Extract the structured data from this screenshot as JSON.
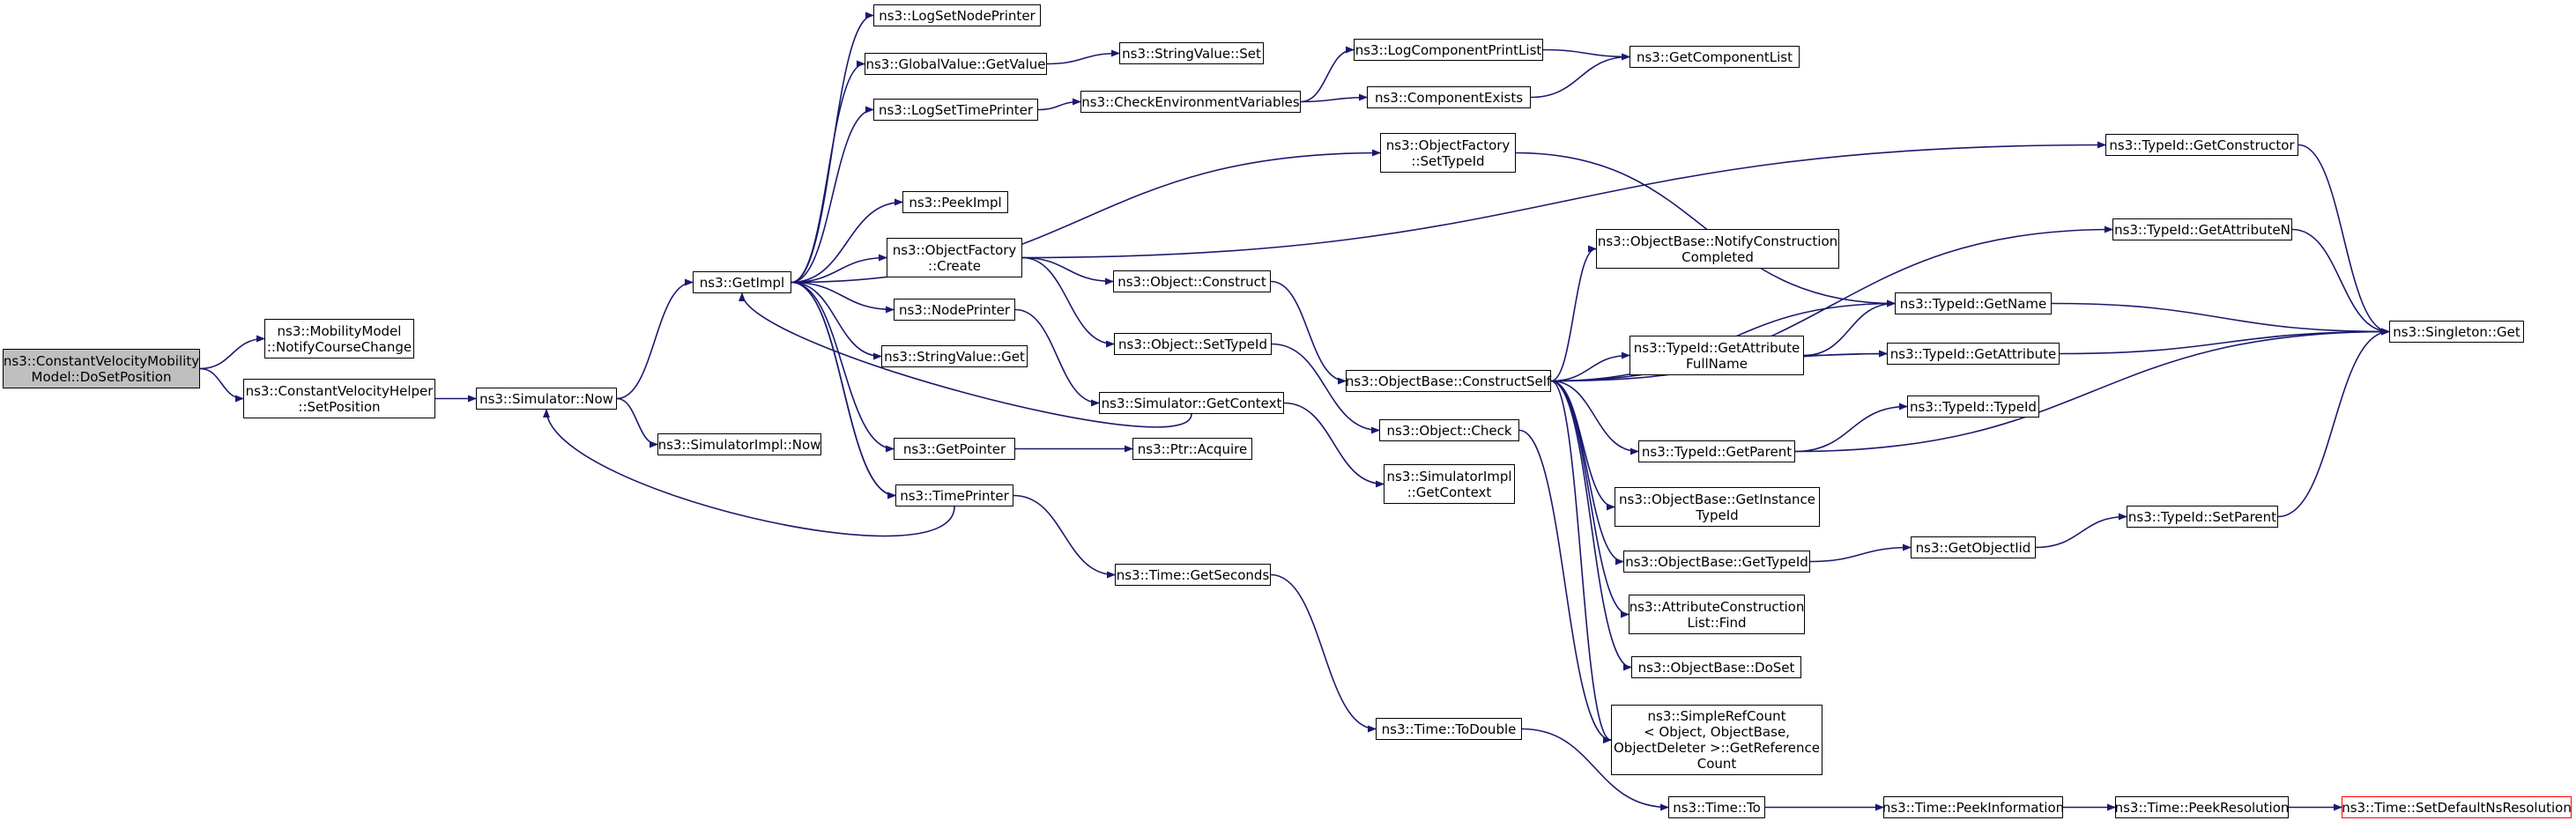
{
  "graph": {
    "type": "call-graph",
    "colors": {
      "edge": "#191970",
      "node_border": "#000000",
      "focus_fill": "#bfbfbf",
      "truncated_border": "#ff0000"
    },
    "nodes": [
      {
        "id": "cvm_dosetpos",
        "label": "ns3::ConstantVelocityMobility\nModel::DoSetPosition",
        "focus": true
      },
      {
        "id": "mm_notify",
        "label": "ns3::MobilityModel\n::NotifyCourseChange"
      },
      {
        "id": "cvh_setpos",
        "label": "ns3::ConstantVelocityHelper\n::SetPosition"
      },
      {
        "id": "sim_now",
        "label": "ns3::Simulator::Now"
      },
      {
        "id": "simimpl_now",
        "label": "ns3::SimulatorImpl::Now"
      },
      {
        "id": "getimpl",
        "label": "ns3::GetImpl"
      },
      {
        "id": "logsetnode",
        "label": "ns3::LogSetNodePrinter"
      },
      {
        "id": "gv_getvalue",
        "label": "ns3::GlobalValue::GetValue"
      },
      {
        "id": "logsettime",
        "label": "ns3::LogSetTimePrinter"
      },
      {
        "id": "peekimpl",
        "label": "ns3::PeekImpl"
      },
      {
        "id": "of_create",
        "label": "ns3::ObjectFactory\n::Create"
      },
      {
        "id": "nodeprinter",
        "label": "ns3::NodePrinter"
      },
      {
        "id": "sv_get",
        "label": "ns3::StringValue::Get"
      },
      {
        "id": "getpointer",
        "label": "ns3::GetPointer"
      },
      {
        "id": "timeprinter",
        "label": "ns3::TimePrinter"
      },
      {
        "id": "sv_set",
        "label": "ns3::StringValue::Set"
      },
      {
        "id": "checkenv",
        "label": "ns3::CheckEnvironmentVariables"
      },
      {
        "id": "obj_construct",
        "label": "ns3::Object::Construct"
      },
      {
        "id": "obj_settypeid",
        "label": "ns3::Object::SetTypeId"
      },
      {
        "id": "sim_getcontext",
        "label": "ns3::Simulator::GetContext"
      },
      {
        "id": "ptr_acquire",
        "label": "ns3::Ptr::Acquire"
      },
      {
        "id": "time_getseconds",
        "label": "ns3::Time::GetSeconds"
      },
      {
        "id": "logcompprint",
        "label": "ns3::LogComponentPrintList"
      },
      {
        "id": "compexists",
        "label": "ns3::ComponentExists"
      },
      {
        "id": "of_settypeid",
        "label": "ns3::ObjectFactory\n::SetTypeId"
      },
      {
        "id": "ob_constructself",
        "label": "ns3::ObjectBase::ConstructSelf"
      },
      {
        "id": "obj_check",
        "label": "ns3::Object::Check"
      },
      {
        "id": "simimpl_getcontext",
        "label": "ns3::SimulatorImpl\n::GetContext"
      },
      {
        "id": "time_todouble",
        "label": "ns3::Time::ToDouble"
      },
      {
        "id": "getcomplist",
        "label": "ns3::GetComponentList"
      },
      {
        "id": "ob_notifycc",
        "label": "ns3::ObjectBase::NotifyConstruction\nCompleted"
      },
      {
        "id": "tid_getattrfullname",
        "label": "ns3::TypeId::GetAttribute\nFullName"
      },
      {
        "id": "tid_getparent",
        "label": "ns3::TypeId::GetParent"
      },
      {
        "id": "ob_getinstancetid",
        "label": "ns3::ObjectBase::GetInstance\nTypeId"
      },
      {
        "id": "ob_gettypeid",
        "label": "ns3::ObjectBase::GetTypeId"
      },
      {
        "id": "acl_find",
        "label": "ns3::AttributeConstruction\nList::Find"
      },
      {
        "id": "ob_doset",
        "label": "ns3::ObjectBase::DoSet"
      },
      {
        "id": "srefcount",
        "label": "ns3::SimpleRefCount\n< Object, ObjectBase,\n ObjectDeleter >::GetReference\nCount"
      },
      {
        "id": "time_to",
        "label": "ns3::Time::To"
      },
      {
        "id": "tid_getname",
        "label": "ns3::TypeId::GetName"
      },
      {
        "id": "tid_getattribute",
        "label": "ns3::TypeId::GetAttribute"
      },
      {
        "id": "tid_typeid",
        "label": "ns3::TypeId::TypeId"
      },
      {
        "id": "getobjectiid",
        "label": "ns3::GetObjectIid"
      },
      {
        "id": "time_peekinfo",
        "label": "ns3::Time::PeekInformation"
      },
      {
        "id": "tid_getconstructor",
        "label": "ns3::TypeId::GetConstructor"
      },
      {
        "id": "tid_getattributen",
        "label": "ns3::TypeId::GetAttributeN"
      },
      {
        "id": "tid_setparent",
        "label": "ns3::TypeId::SetParent"
      },
      {
        "id": "time_peekres",
        "label": "ns3::Time::PeekResolution"
      },
      {
        "id": "singleton_get",
        "label": "ns3::Singleton::Get"
      },
      {
        "id": "time_setdefaultnsres",
        "label": "ns3::Time::SetDefaultNsResolution",
        "truncated": true
      }
    ],
    "edges": [
      [
        "cvm_dosetpos",
        "mm_notify"
      ],
      [
        "cvm_dosetpos",
        "cvh_setpos"
      ],
      [
        "cvh_setpos",
        "sim_now"
      ],
      [
        "sim_now",
        "getimpl"
      ],
      [
        "sim_now",
        "simimpl_now"
      ],
      [
        "getimpl",
        "logsetnode"
      ],
      [
        "getimpl",
        "gv_getvalue"
      ],
      [
        "getimpl",
        "logsettime"
      ],
      [
        "getimpl",
        "of_settypeid"
      ],
      [
        "getimpl",
        "peekimpl"
      ],
      [
        "getimpl",
        "of_create"
      ],
      [
        "getimpl",
        "nodeprinter"
      ],
      [
        "getimpl",
        "sv_get"
      ],
      [
        "getimpl",
        "getpointer"
      ],
      [
        "getimpl",
        "timeprinter"
      ],
      [
        "getimpl",
        "timeprinter"
      ],
      [
        "gv_getvalue",
        "sv_set"
      ],
      [
        "logsettime",
        "checkenv"
      ],
      [
        "checkenv",
        "logcompprint"
      ],
      [
        "checkenv",
        "compexists"
      ],
      [
        "logcompprint",
        "getcomplist"
      ],
      [
        "compexists",
        "getcomplist"
      ],
      [
        "of_create",
        "obj_construct"
      ],
      [
        "of_create",
        "obj_settypeid"
      ],
      [
        "of_create",
        "tid_getconstructor"
      ],
      [
        "obj_construct",
        "ob_constructself"
      ],
      [
        "nodeprinter",
        "sim_getcontext"
      ],
      [
        "sim_getcontext",
        "getimpl"
      ],
      [
        "sim_getcontext",
        "simimpl_getcontext"
      ],
      [
        "timeprinter",
        "sim_now"
      ],
      [
        "timeprinter",
        "time_getseconds"
      ],
      [
        "getpointer",
        "ptr_acquire"
      ],
      [
        "obj_settypeid",
        "obj_check"
      ],
      [
        "of_settypeid",
        "tid_getname"
      ],
      [
        "time_getseconds",
        "time_todouble"
      ],
      [
        "time_todouble",
        "time_to"
      ],
      [
        "ob_constructself",
        "tid_getattributen"
      ],
      [
        "ob_constructself",
        "ob_notifycc"
      ],
      [
        "ob_constructself",
        "tid_getname"
      ],
      [
        "ob_constructself",
        "tid_getattrfullname"
      ],
      [
        "ob_constructself",
        "tid_getattribute"
      ],
      [
        "ob_constructself",
        "tid_getparent"
      ],
      [
        "ob_constructself",
        "ob_getinstancetid"
      ],
      [
        "ob_constructself",
        "ob_gettypeid"
      ],
      [
        "ob_constructself",
        "acl_find"
      ],
      [
        "ob_constructself",
        "ob_doset"
      ],
      [
        "ob_constructself",
        "srefcount"
      ],
      [
        "obj_check",
        "srefcount"
      ],
      [
        "tid_getattrfullname",
        "tid_getname"
      ],
      [
        "tid_getattrfullname",
        "tid_getattribute"
      ],
      [
        "tid_getparent",
        "tid_typeid"
      ],
      [
        "tid_getparent",
        "singleton_get"
      ],
      [
        "tid_getname",
        "singleton_get"
      ],
      [
        "tid_getattribute",
        "singleton_get"
      ],
      [
        "tid_getconstructor",
        "singleton_get"
      ],
      [
        "tid_getattributen",
        "singleton_get"
      ],
      [
        "ob_gettypeid",
        "getobjectiid"
      ],
      [
        "getobjectiid",
        "tid_setparent"
      ],
      [
        "tid_setparent",
        "singleton_get"
      ],
      [
        "time_to",
        "time_peekinfo"
      ],
      [
        "time_peekinfo",
        "time_peekres"
      ],
      [
        "time_peekres",
        "time_setdefaultnsres"
      ]
    ]
  }
}
